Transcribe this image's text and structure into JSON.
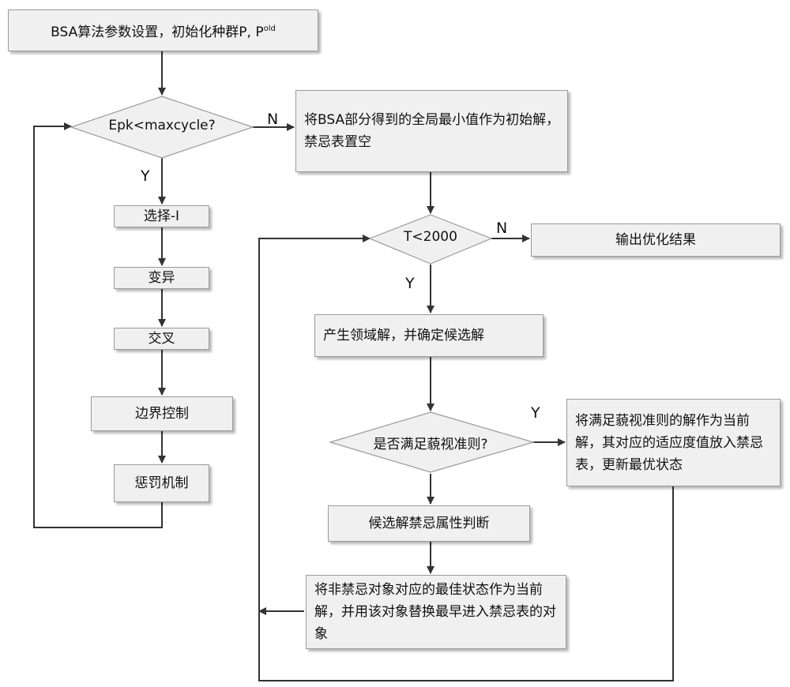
{
  "nodes": {
    "init": {
      "main": "BSA算法参数设置，初始化种群P, P",
      "sup": "old"
    },
    "cond1": "Epk<maxcycle?",
    "select": "选择-I",
    "mutate": "变异",
    "cross": "交叉",
    "boundary": "边界控制",
    "penalty": "惩罚机制",
    "init_solution": "将BSA部分得到的全局最小值作为初始解，禁忌表置空",
    "cond2": "T<2000",
    "output": "输出优化结果",
    "neighbor": "产生领域解，并确定候选解",
    "cond3": "是否满足藐视准则?",
    "aspiration": "将满足藐视准则的解作为当前解，其对应的适应度值放入禁忌表，更新最优状态",
    "tabu_check": "候选解禁忌属性判断",
    "replace": "将非禁忌对象对应的最佳状态作为当前解，并用该对象替换最早进入禁忌表的对象"
  },
  "labels": {
    "cond1_no": "N",
    "cond1_yes": "Y",
    "cond2_no": "N",
    "cond2_yes": "Y",
    "cond3_yes": "Y"
  }
}
